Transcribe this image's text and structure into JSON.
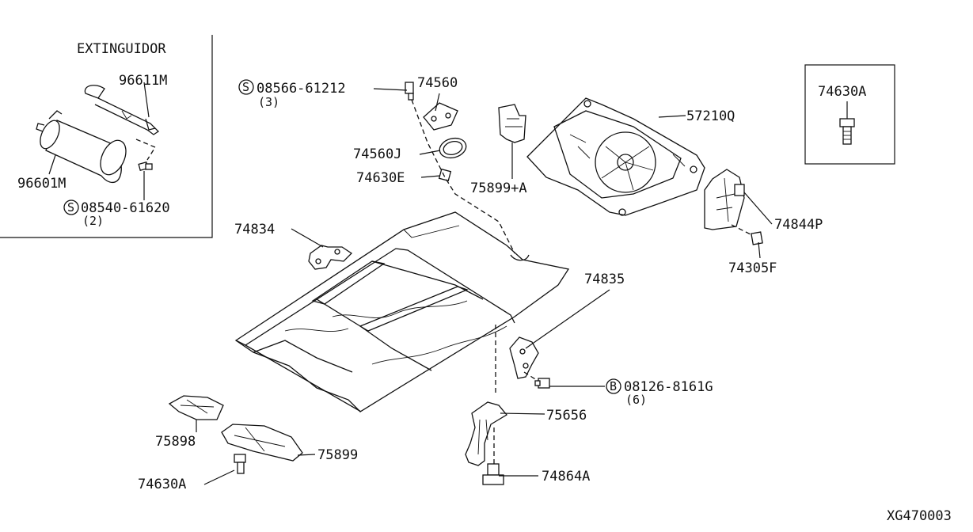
{
  "extinguisher_box": {
    "title": "EXTINGUIDOR",
    "parts": {
      "bracket": "96611M",
      "extinguisher": "96601M",
      "screw": "08540-61620",
      "screw_qty": "(2)",
      "screw_prefix": "S"
    }
  },
  "inset_box": {
    "part": "74630A"
  },
  "labels": {
    "screw_top": "08566-61212",
    "screw_top_qty": "(3)",
    "screw_top_prefix": "S",
    "cover": "74560",
    "seal": "74560J",
    "clip_e": "74630E",
    "bracket_a": "75899+A",
    "fan_part": "57210Q",
    "side_bracket": "74844P",
    "clip_f": "74305F",
    "left_bracket": "74834",
    "right_bracket": "74835",
    "bolt": "08126-8161G",
    "bolt_qty": "(6)",
    "bolt_prefix": "B",
    "rear_bracket": "75656",
    "bolt_a": "74864A",
    "cover_upper": "75898",
    "cover_lower": "75899",
    "clip_a": "74630A"
  },
  "diagram_code": "XG470003"
}
